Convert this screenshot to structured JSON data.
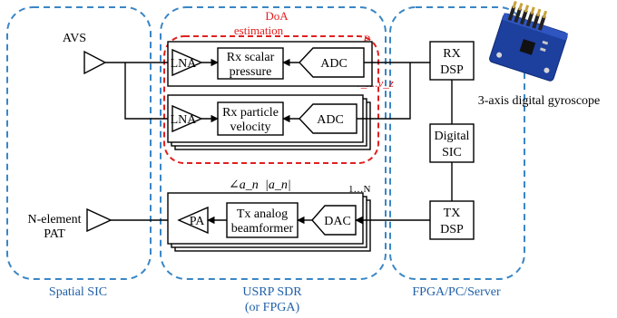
{
  "regions": {
    "spatial": "Spatial SIC",
    "usrp_line1": "USRP SDR",
    "usrp_line2": "(or FPGA)",
    "fpga": "FPGA/PC/Server"
  },
  "doa": {
    "line1": "DoA",
    "line2": "estimation",
    "p_label": "P",
    "v_label": "v_x..v_z"
  },
  "antennas": {
    "avs": "AVS",
    "pat_line1": "N-element",
    "pat_line2": "PAT"
  },
  "blocks": {
    "lna1": "LNA",
    "lna2": "LNA",
    "pa": "PA",
    "rx_scalar_line1": "Rx scalar",
    "rx_scalar_line2": "pressure",
    "rx_particle_line1": "Rx particle",
    "rx_particle_line2": "velocity",
    "adc1": "ADC",
    "adc2": "ADC",
    "dac": "DAC",
    "tx_line1": "Tx analog",
    "tx_line2": "beamformer",
    "rx_dsp_line1": "RX",
    "rx_dsp_line2": "DSP",
    "sic_line1": "Digital",
    "sic_line2": "SIC",
    "tx_dsp_line1": "TX",
    "tx_dsp_line2": "DSP"
  },
  "beam": {
    "angle": "∠a_n",
    "mag": "|a_n|",
    "index": "1…N"
  },
  "gyro": {
    "label": "3-axis digital gyroscope"
  }
}
